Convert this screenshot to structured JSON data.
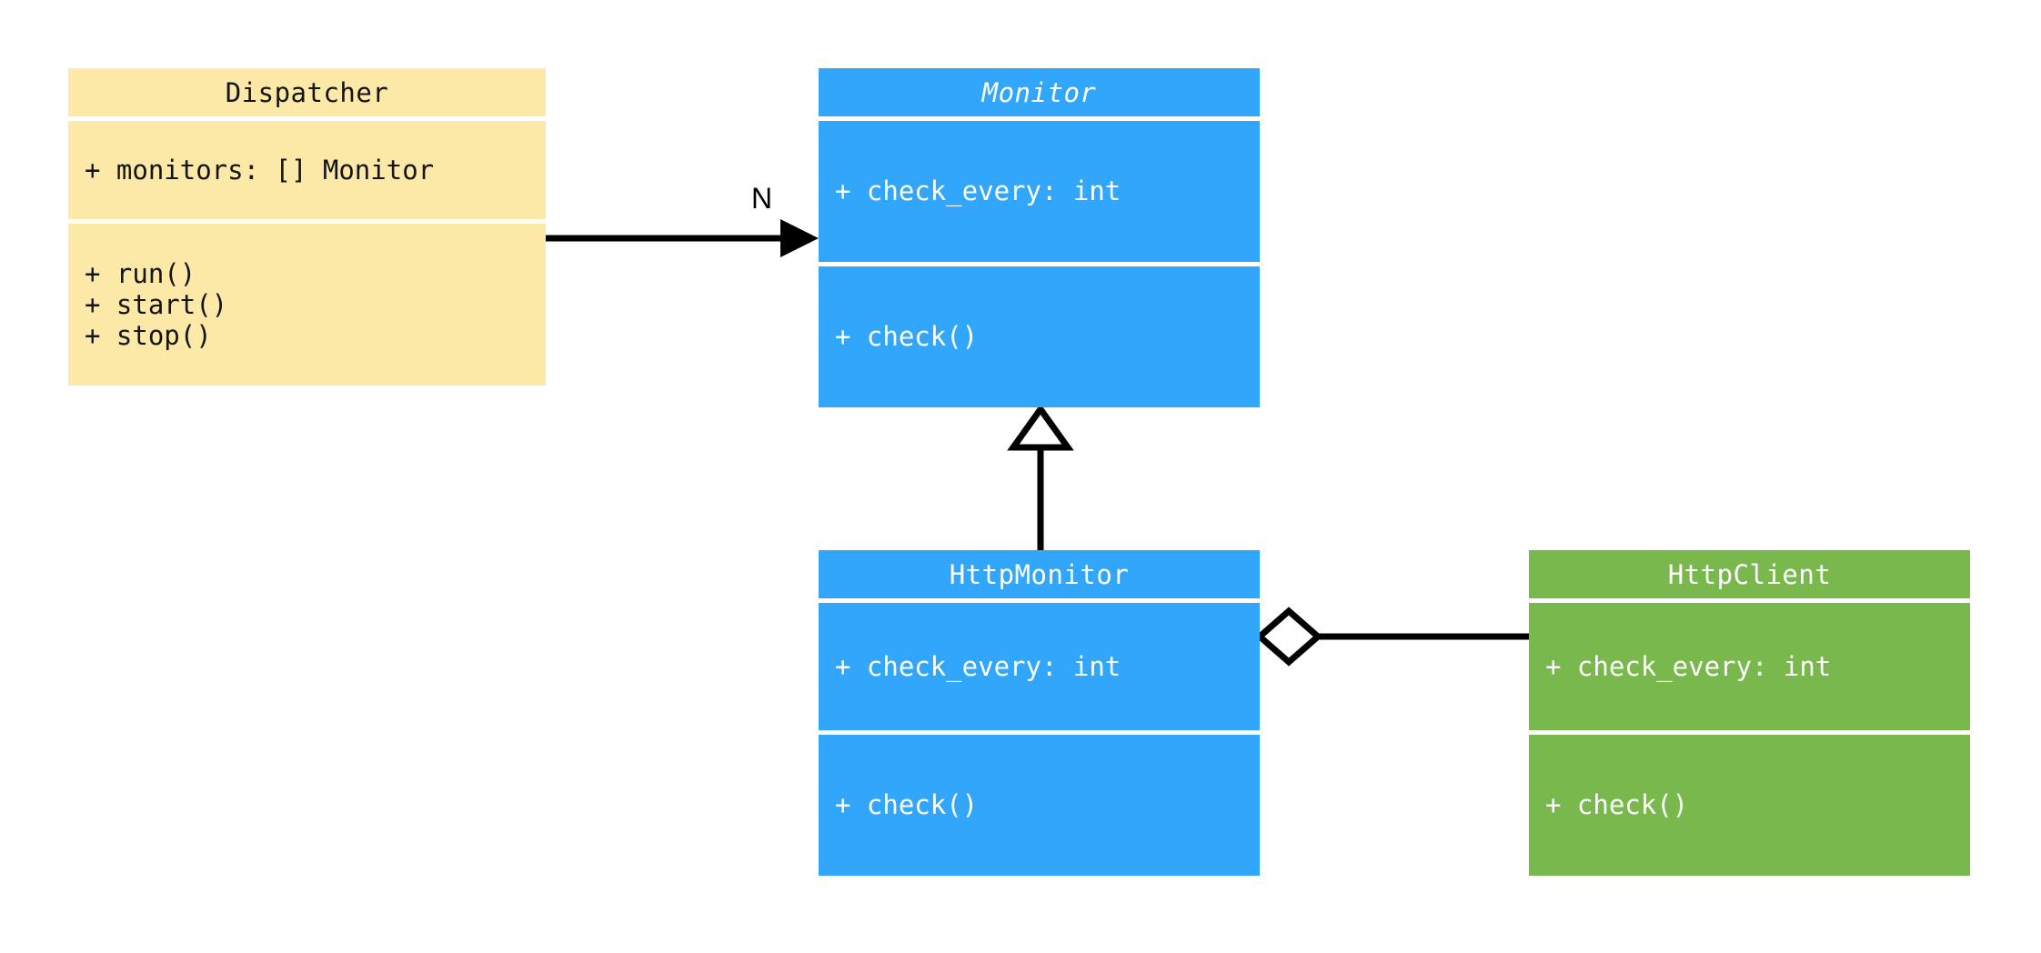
{
  "diagram": {
    "type": "uml-class-diagram",
    "background": "#ffffff",
    "colors": {
      "dispatcher_fill": "#fce9a8",
      "monitor_fill": "#31a6fb",
      "httpmonitor_fill": "#31a6fb",
      "httpclient_fill": "#78b84c",
      "line": "#000000",
      "dark_text": "#141414",
      "light_text": "#ffffff"
    },
    "classes": [
      {
        "id": "dispatcher",
        "name": "Dispatcher",
        "abstract": false,
        "theme": "theme-yellow",
        "attributes": [
          "+ monitors: [] Monitor"
        ],
        "methods": [
          "+ run()",
          "+ start()",
          "+ stop()"
        ]
      },
      {
        "id": "monitor",
        "name": "Monitor",
        "abstract": true,
        "theme": "theme-blue",
        "attributes": [
          "+ check_every: int"
        ],
        "methods": [
          "+ check()"
        ]
      },
      {
        "id": "httpmonitor",
        "name": "HttpMonitor",
        "abstract": false,
        "theme": "theme-blue",
        "attributes": [
          "+ check_every: int"
        ],
        "methods": [
          "+ check()"
        ]
      },
      {
        "id": "httpclient",
        "name": "HttpClient",
        "abstract": false,
        "theme": "theme-green",
        "attributes": [
          "+ check_every: int"
        ],
        "methods": [
          "+ check()"
        ]
      }
    ],
    "relations": [
      {
        "id": "dispatcher-to-monitor",
        "kind": "association-directed",
        "from": "dispatcher",
        "to": "monitor",
        "label": "N"
      },
      {
        "id": "httpmonitor-inherits-monitor",
        "kind": "generalization",
        "from": "httpmonitor",
        "to": "monitor",
        "label": ""
      },
      {
        "id": "httpmonitor-aggregates-httpclient",
        "kind": "aggregation",
        "from": "httpmonitor",
        "to": "httpclient",
        "label": ""
      }
    ]
  }
}
